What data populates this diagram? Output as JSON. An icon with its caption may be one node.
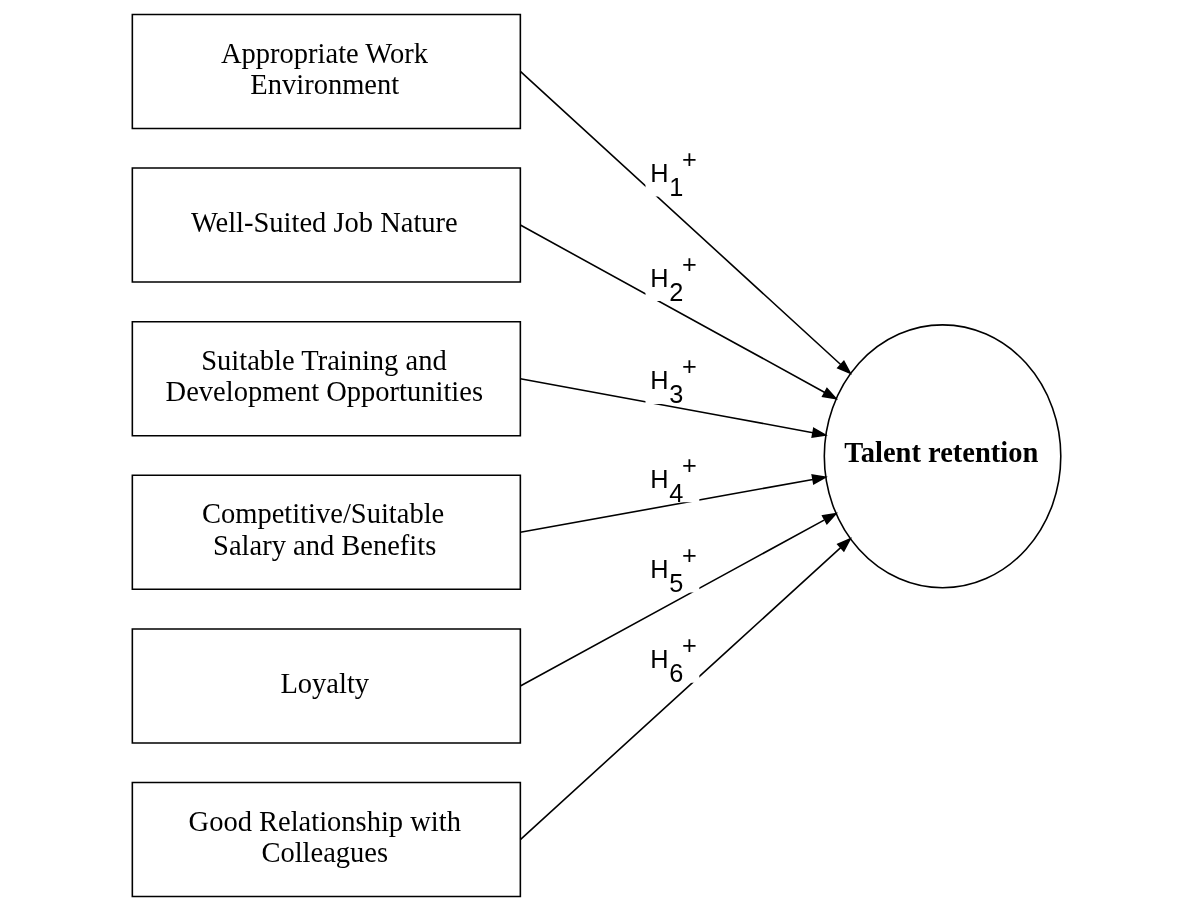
{
  "diagram": {
    "nodes": [
      {
        "text": [
          "Appropriate Work Environment"
        ]
      },
      {
        "text": [
          "Well-Suited Job Nature"
        ]
      },
      {
        "text": [
          "Suitable Training and Development Opportunities"
        ]
      },
      {
        "text": [
          "Competitive/Suitable Salary and Benefits"
        ]
      },
      {
        "text": [
          "Loyalty"
        ]
      },
      {
        "text": [
          "Good Relationship with Colleagues"
        ]
      },
      {
        "text": [
          "Talent retention"
        ]
      }
    ],
    "edges": [
      {
        "from": 0,
        "to": 6,
        "arrow": "to",
        "label": "H$_{1}$$^{+}$"
      },
      {
        "from": 1,
        "to": 6,
        "arrow": "to",
        "label": "H$_{2}$$^{+}$"
      },
      {
        "from": 2,
        "to": 6,
        "arrow": "to",
        "label": "H$_{3}$$^{+}$"
      },
      {
        "from": 3,
        "to": 6,
        "arrow": "to",
        "label": "H$_{4}$$^{+}$"
      },
      {
        "from": 4,
        "to": 6,
        "arrow": "to",
        "label": "H$_{5}$$^{+}$"
      },
      {
        "from": 5,
        "to": 6,
        "arrow": "to",
        "label": "H$_{6}$$^{+}$"
      }
    ]
  }
}
